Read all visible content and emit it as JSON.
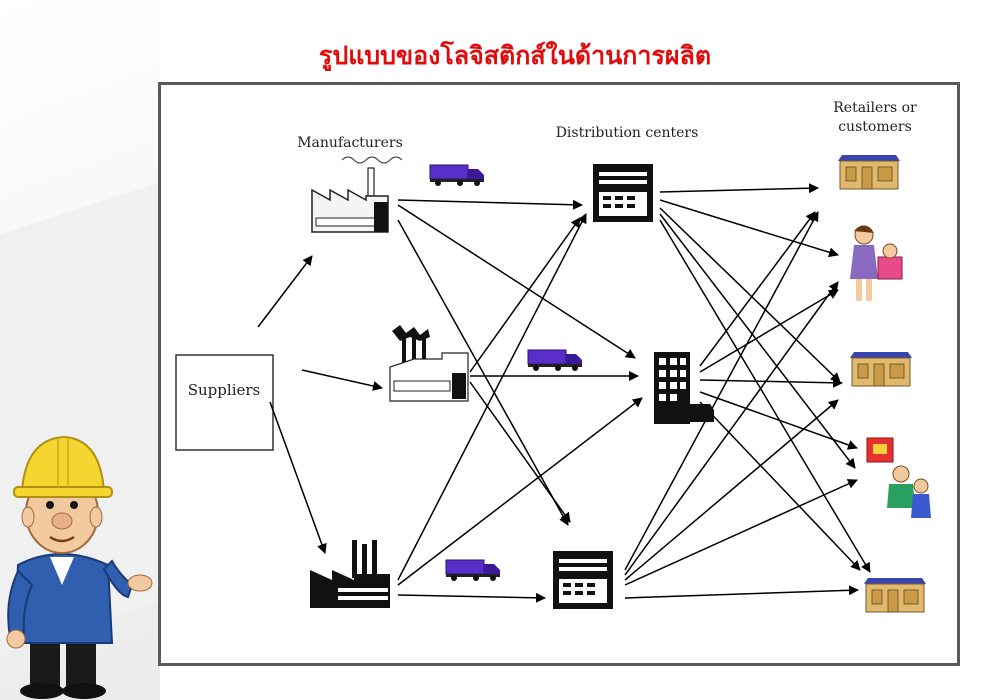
{
  "title": "รูปแบบของโลจิสติกส์ในด้านการผลิต",
  "labels": {
    "suppliers": "Suppliers",
    "manufacturers": "Manufacturers",
    "distribution_centers": "Distribution centers",
    "retailers_line1": "Retailers or",
    "retailers_line2": "customers"
  },
  "icons": [
    "factory-icon",
    "truck-icon",
    "warehouse-icon",
    "office-building-icon",
    "store-icon",
    "shoppers-icon",
    "worker-mascot-icon"
  ],
  "colors": {
    "title": "#e10b0b",
    "truck": "#5a2ec8",
    "store_roof": "#3a44b0",
    "store_wall": "#e0b870",
    "frame": "#5a5a5a"
  }
}
